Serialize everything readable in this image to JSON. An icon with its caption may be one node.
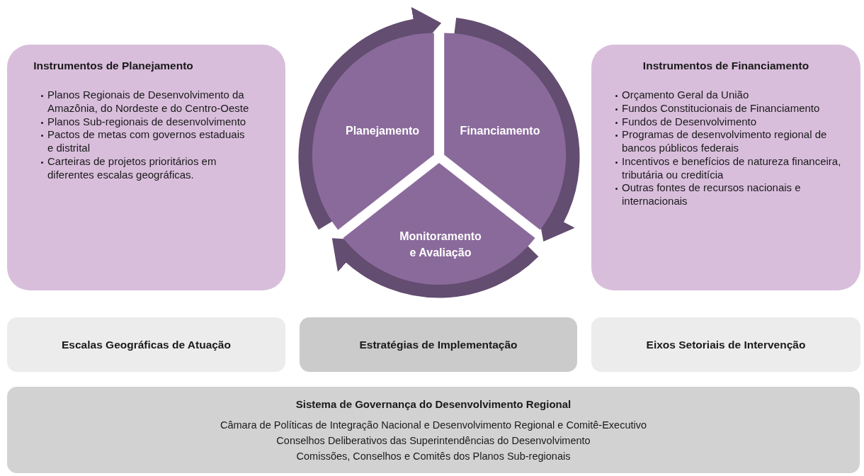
{
  "diagram": {
    "nodes": [
      {
        "text": [
          "Instrumentos de Planejamento",
          "Planos Regionais de Desenvolvimento da Amazônia, do Nordeste e do Centro-Oeste",
          "Planos Sub-regionais de desenvolvimento",
          "Pactos de metas com governos estaduais e distrital",
          "Carteiras de projetos prioritários em diferentes escalas geográficas."
        ]
      },
      {
        "text": [
          "Planejamento"
        ]
      },
      {
        "text": [
          "Financiamento"
        ]
      },
      {
        "text": [
          "Monitoramento e Avaliação"
        ]
      },
      {
        "text": [
          "Instrumentos de Financiamento",
          "Orçamento Geral da União",
          "Fundos Constitucionais de Financiamento",
          "Fundos de Desenvolvimento",
          "Programas de desenvolvimento regional de bancos públicos federais",
          "Incentivos e benefícios de natureza financeira, tributária ou creditícia",
          "Outras fontes de recursos nacionais e internacionais"
        ]
      },
      {
        "text": [
          "Escalas Geográficas de Atuação"
        ]
      },
      {
        "text": [
          "Estratégias de Implementação"
        ]
      },
      {
        "text": [
          "Eixos Setoriais de Intervenção"
        ]
      },
      {
        "text": [
          "Sistema de Governança do Desenvolvimento Regional",
          "Câmara de Políticas de Integração Nacional e Desenvolvimento Regional e Comitê-Executivo",
          "Conselhos Deliberativos das Superintendências do Desenvolvimento",
          "Comissões, Conselhos e Comitês dos Planos Sub-regionais"
        ]
      }
    ],
    "edges": [
      {
        "from": 1,
        "to": 2,
        "arrow": "to"
      },
      {
        "from": 2,
        "to": 3,
        "arrow": "to"
      },
      {
        "from": 3,
        "to": 1,
        "arrow": "to"
      }
    ]
  }
}
